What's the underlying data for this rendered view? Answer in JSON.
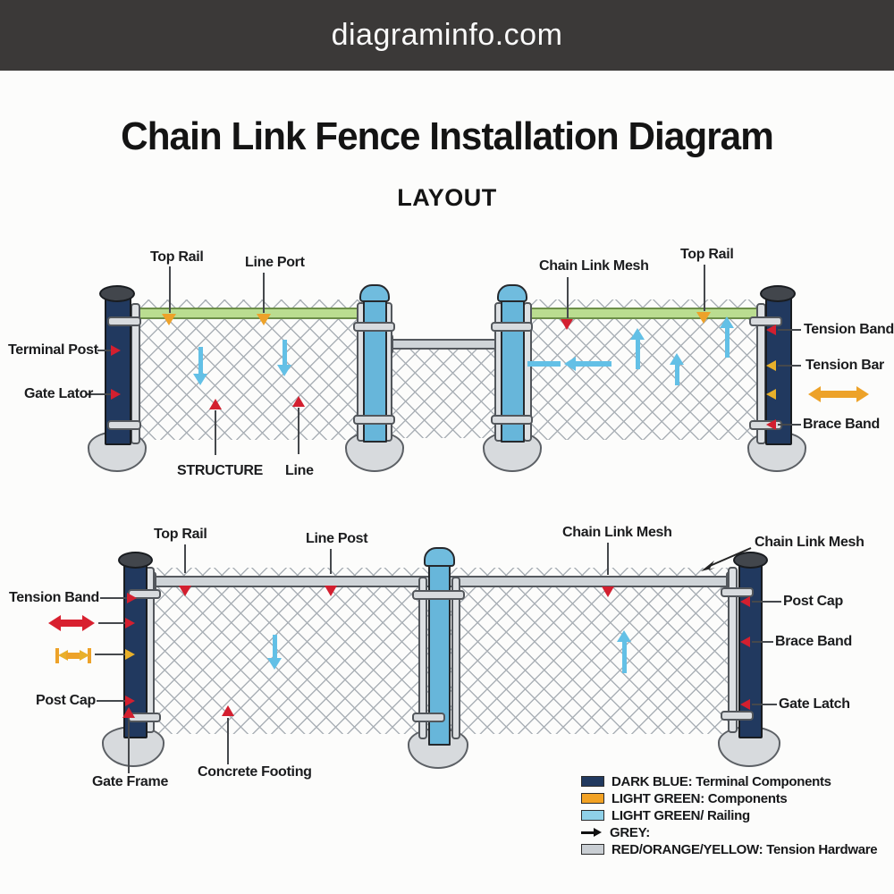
{
  "header": {
    "site_title": "diagraminfo.com"
  },
  "page": {
    "title": "Chain Link Fence Installation Diagram",
    "subtitle": "LAYOUT"
  },
  "diagram1": {
    "labels": {
      "top_rail_left": "Top Rail",
      "line_port": "Line Port",
      "chain_link_mesh": "Chain Link Mesh",
      "top_rail_right": "Top Rail",
      "terminal_post": "Terminal Post",
      "gate_lator": "Gate Lator",
      "tension_band": "Tension Band",
      "tension_bar": "Tension Bar",
      "brace_band": "Brace Band",
      "structure": "STRUCTURE",
      "line": "Line"
    }
  },
  "diagram2": {
    "labels": {
      "top_rail": "Top Rail",
      "line_post": "Line Post",
      "chain_link_mesh_center": "Chain Link Mesh",
      "chain_link_mesh_right": "Chain Link Mesh",
      "tension_band": "Tension Band",
      "post_cap_left": "Post Cap",
      "gate_frame": "Gate Frame",
      "concrete_footing": "Concrete Footing",
      "post_cap_right": "Post Cap",
      "brace_band": "Brace Band",
      "gate_latch": "Gate Latch"
    }
  },
  "legend": {
    "items": [
      {
        "key": "dark_blue",
        "text": "DARK BLUE: Terminal Components"
      },
      {
        "key": "orange",
        "text": "LIGHT GREEN: Components"
      },
      {
        "key": "light_blue",
        "text": "LIGHT GREEN/ Railing"
      },
      {
        "key": "grey_arrow",
        "text": "GREY:"
      },
      {
        "key": "grey",
        "text": "RED/ORANGE/YELLOW: Tension Hardware"
      }
    ]
  },
  "colors": {
    "header_bg": "#3b3938",
    "dark_blue": "#21395f",
    "light_blue_post": "#67b6da",
    "arrow_blue": "#63c0e6",
    "rail_green": "#badd90",
    "rail_grey": "#cfd4d8",
    "red": "#d31f2f",
    "orange": "#eda229",
    "yellow": "#e8b02a",
    "mesh_line": "#abb1b7",
    "footing_grey": "#d7dadd"
  }
}
